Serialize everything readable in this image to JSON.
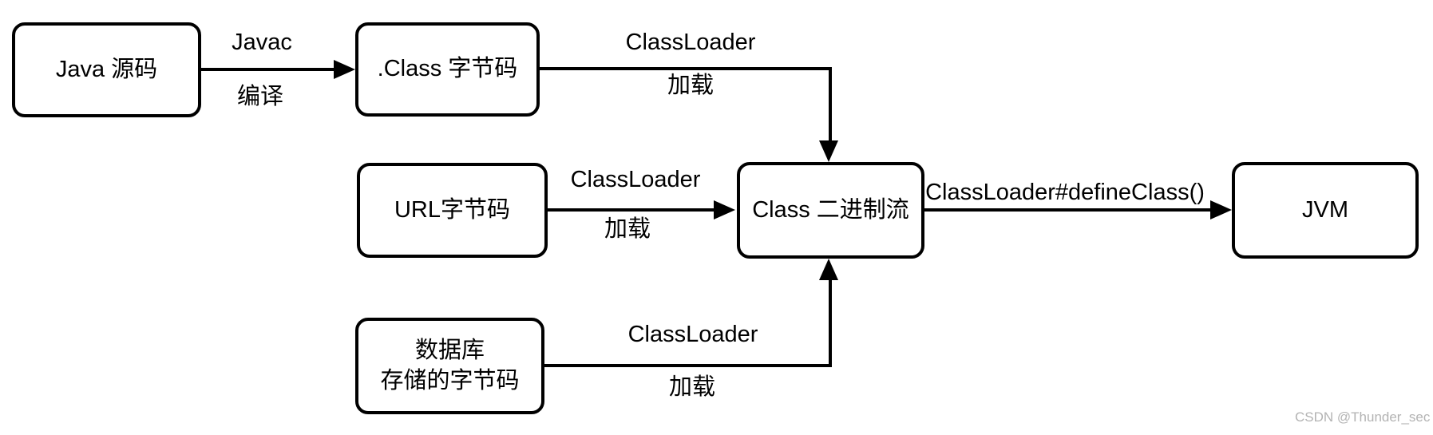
{
  "diagram": {
    "title": "Java class loading flow",
    "nodes": {
      "java_source": {
        "label": "Java 源码"
      },
      "class_bytecode": {
        "label": ".Class 字节码"
      },
      "url_bytecode": {
        "label": "URL字节码"
      },
      "db_bytecode": {
        "label": "数据库\n存储的字节码"
      },
      "class_binary_stream": {
        "label": "Class 二进制流"
      },
      "jvm": {
        "label": "JVM"
      }
    },
    "edges": {
      "compile": {
        "from": "java_source",
        "to": "class_bytecode",
        "label_top": "Javac",
        "label_bottom": "编译"
      },
      "load_from_class": {
        "from": "class_bytecode",
        "to": "class_binary_stream",
        "label_top": "ClassLoader",
        "label_bottom": "加载"
      },
      "load_from_url": {
        "from": "url_bytecode",
        "to": "class_binary_stream",
        "label_top": "ClassLoader",
        "label_bottom": "加载"
      },
      "load_from_db": {
        "from": "db_bytecode",
        "to": "class_binary_stream",
        "label_top": "ClassLoader",
        "label_bottom": "加载"
      },
      "define_class": {
        "from": "class_binary_stream",
        "to": "jvm",
        "label": "ClassLoader#defineClass()"
      }
    },
    "colors": {
      "line": "#000000",
      "node_fill": "#ffffff",
      "background": "#ffffff",
      "watermark": "#b3b3b3"
    }
  },
  "watermark": {
    "text": "CSDN @Thunder_sec"
  }
}
